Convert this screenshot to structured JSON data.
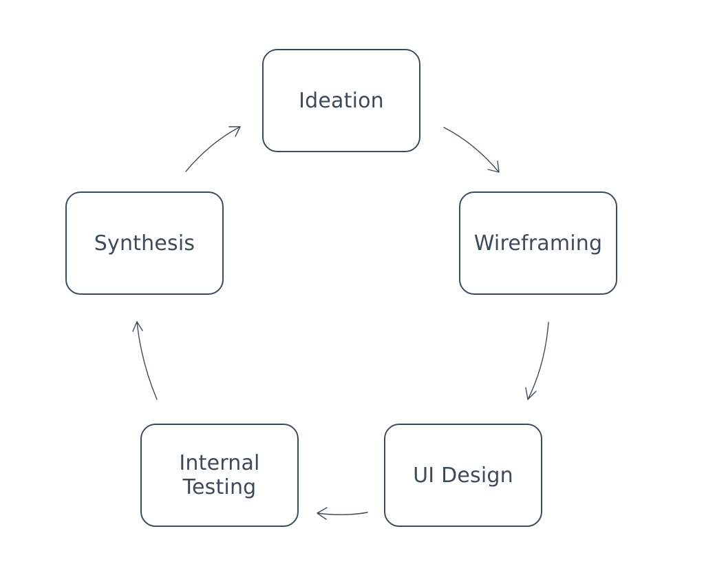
{
  "diagram": {
    "nodes": {
      "ideation": "Ideation",
      "wireframing": "Wireframing",
      "ui_design": "UI Design",
      "internal_testing": "Internal\nTesting",
      "synthesis": "Synthesis"
    },
    "edges": [
      {
        "from": "Ideation",
        "to": "Wireframing"
      },
      {
        "from": "Wireframing",
        "to": "UI Design"
      },
      {
        "from": "UI Design",
        "to": "Internal Testing"
      },
      {
        "from": "Internal Testing",
        "to": "Synthesis"
      },
      {
        "from": "Synthesis",
        "to": "Ideation"
      }
    ],
    "colors": {
      "stroke": "#3e4a5c",
      "text": "#3e4a5c",
      "background": "#ffffff"
    }
  }
}
